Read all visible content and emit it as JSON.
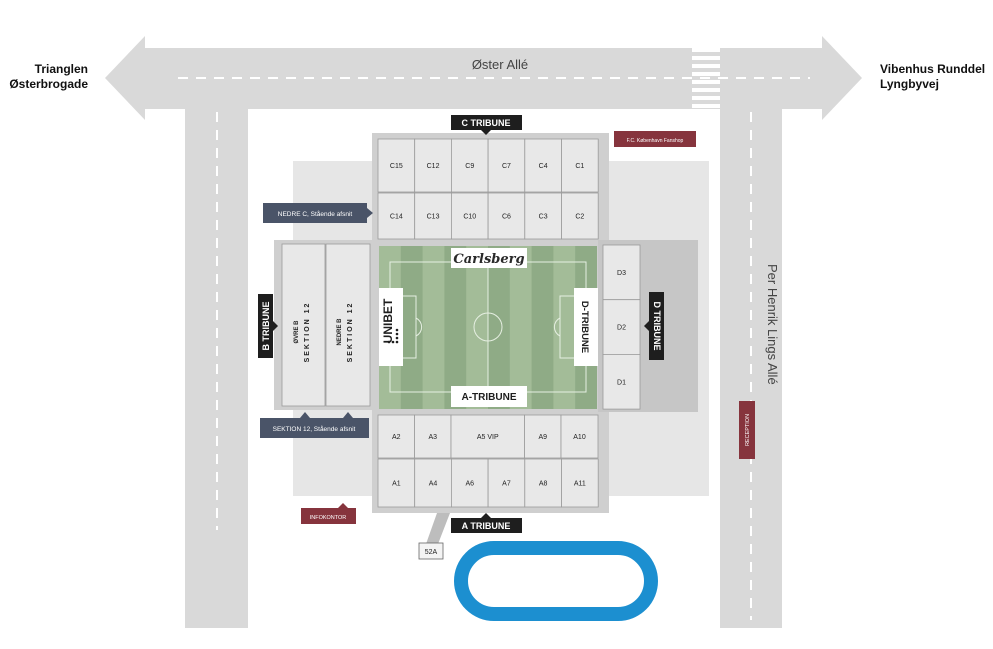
{
  "streets": {
    "top": "Øster Allé",
    "right_vertical": "Per Henrik Lings Allé"
  },
  "directions": {
    "left": [
      "Trianglen",
      "Østerbrogade"
    ],
    "right": [
      "Vibenhus Runddel",
      "Lyngbyvej"
    ]
  },
  "stands": {
    "c_title": "C TRIBUNE",
    "a_title": "A TRIBUNE",
    "b_title": "B TRIBUNE",
    "d_title": "D TRIBUNE",
    "c_sections": [
      "C15",
      "C12",
      "C9",
      "C7",
      "C4",
      "C1",
      "C14",
      "C13",
      "C10",
      "C6",
      "C3",
      "C2"
    ],
    "a_sections_upper": [
      "A2",
      "A3",
      "A5 VIP",
      "A9",
      "A10"
    ],
    "a_sections_lower": [
      "A1",
      "A4",
      "A6",
      "A7",
      "A8",
      "A11"
    ],
    "d_sections": [
      "D3",
      "D2",
      "D1"
    ],
    "b_left_label": [
      "ØVRE B",
      "SEKTION 12"
    ],
    "b_right_label": [
      "NEDRE B",
      "SEKTION 12"
    ]
  },
  "pitch": {
    "sponsor_top": "Carlsberg",
    "sponsor_left": "UNIBET",
    "label_right": "D-TRIBUNE",
    "label_bottom": "A-TRIBUNE"
  },
  "callouts": {
    "nedre_c": "NEDRE C, Stående afsnit",
    "sektion12": "SEKTION 12, Stående afsnit",
    "fanshop": "F.C. København Fanshop",
    "reception": "RECEPTION",
    "infokontor": "INFOKONTOR",
    "gate": "52A"
  },
  "colors": {
    "road": "#d9d9d9",
    "stand_grey": "#cfcfcf",
    "seat_block": "#e8e8e8",
    "pitch_light": "#a3bc98",
    "pitch_dark": "#8fab86",
    "label_dark": "#1e1e1e",
    "callout_blue": "#4a5468",
    "callout_red": "#86343d",
    "track_blue": "#1c8fd0"
  }
}
